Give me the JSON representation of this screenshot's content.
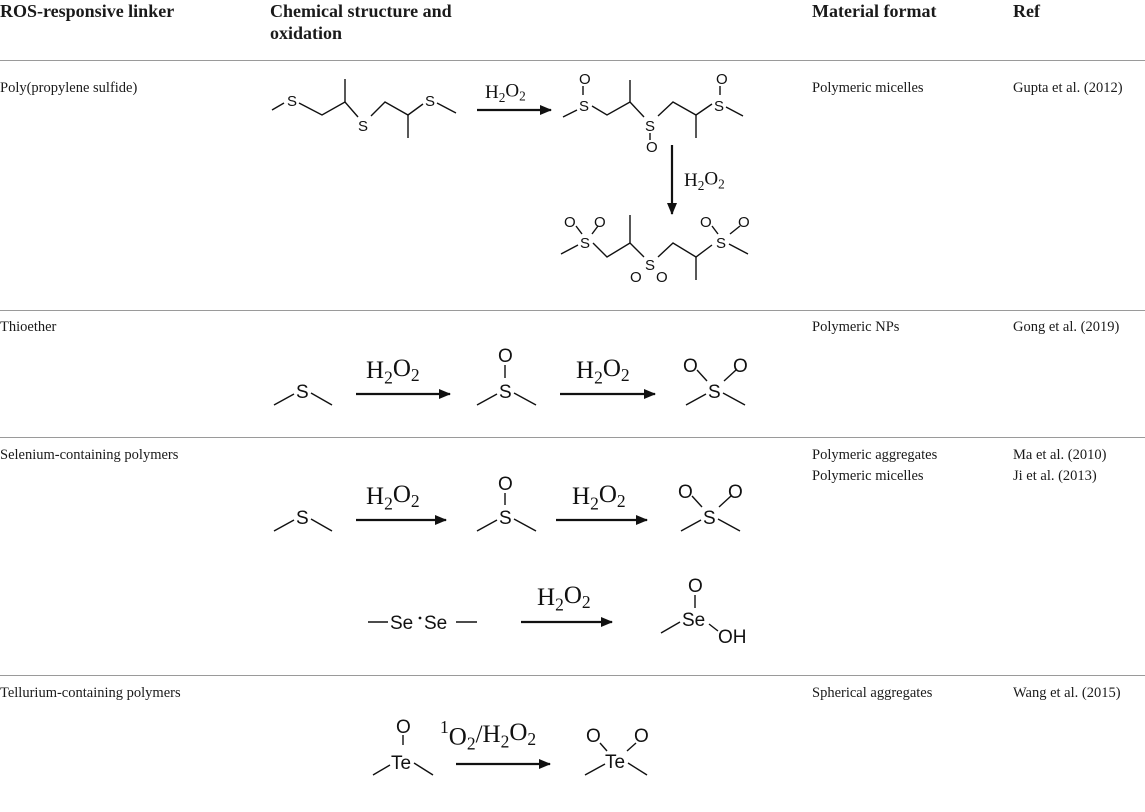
{
  "table": {
    "headers": {
      "linker": "ROS-responsive linker",
      "structure_line1": "Chemical structure and",
      "structure_line2": "oxidation",
      "format": "Material format",
      "ref": "Ref"
    },
    "rows": [
      {
        "linker": "Poly(propylene sulfide)",
        "formats": [
          "Polymeric micelles"
        ],
        "refs": [
          "Gupta et al. (2012)"
        ],
        "reagents": [
          "H2O2",
          "H2O2"
        ]
      },
      {
        "linker": "Thioether",
        "formats": [
          "Polymeric NPs"
        ],
        "refs": [
          "Gong et al. (2019)"
        ],
        "reagents": [
          "H2O2",
          "H2O2"
        ]
      },
      {
        "linker": "Selenium-containing polymers",
        "formats": [
          "Polymeric aggregates",
          "Polymeric micelles"
        ],
        "refs": [
          "Ma et al. (2010)",
          "Ji et al. (2013)"
        ],
        "reagents": [
          "H2O2",
          "H2O2",
          "H2O2"
        ]
      },
      {
        "linker": "Tellurium-containing polymers",
        "formats": [
          "Spherical aggregates"
        ],
        "refs": [
          "Wang et al. (2015)"
        ],
        "reagents": [
          "1O2/H2O2"
        ]
      }
    ]
  },
  "atoms": {
    "S": "S",
    "O": "O",
    "Se": "Se",
    "Te": "Te",
    "OH": "OH"
  }
}
